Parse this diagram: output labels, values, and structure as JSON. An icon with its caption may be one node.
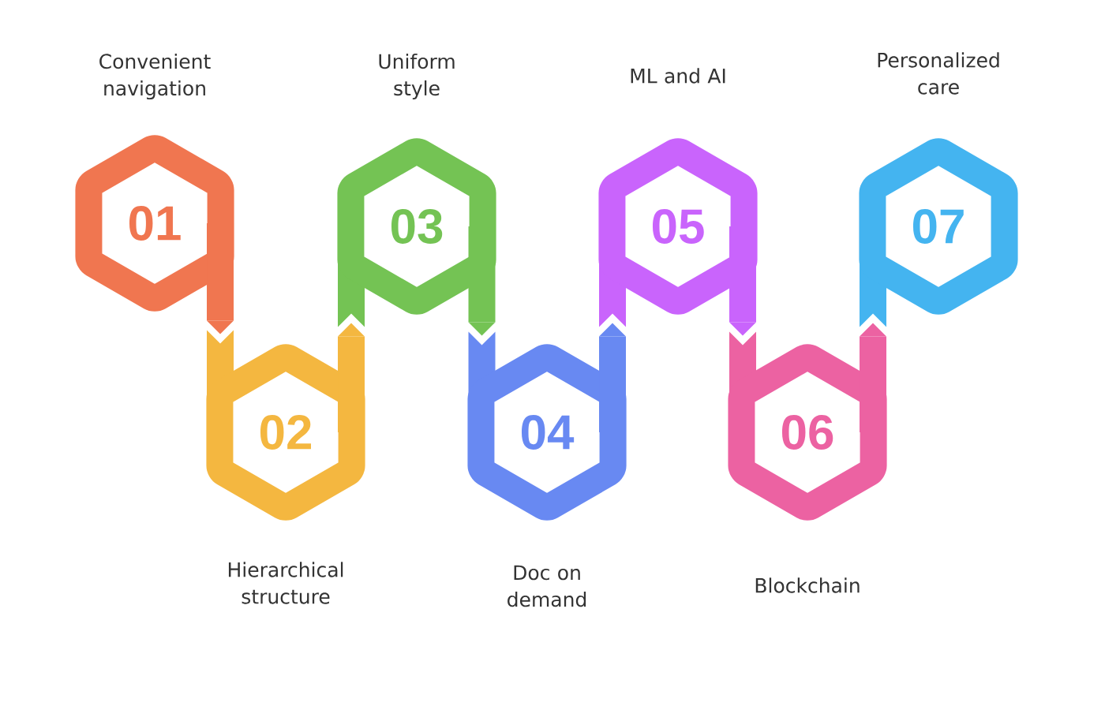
{
  "diagram": {
    "nodes": [
      {
        "text": [
          "01"
        ],
        "beside": [
          "Convenient navigation"
        ]
      },
      {
        "text": [
          "02"
        ],
        "beside": [
          "Hierarchical structure"
        ]
      },
      {
        "text": [
          "03"
        ],
        "beside": [
          "Uniform style"
        ]
      },
      {
        "text": [
          "04"
        ],
        "beside": [
          "Doc on demand"
        ]
      },
      {
        "text": [
          "05"
        ],
        "beside": [
          "ML and AI"
        ]
      },
      {
        "text": [
          "06"
        ],
        "beside": [
          "Blockchain"
        ]
      },
      {
        "text": [
          "07"
        ],
        "beside": [
          "Personalized care"
        ]
      }
    ],
    "edges": [
      {
        "from": 0,
        "to": 1,
        "arrow": "to",
        "color": "#f07650"
      },
      {
        "from": 1,
        "to": 2,
        "arrow": "to",
        "color": "#f4b740"
      },
      {
        "from": 2,
        "to": 3,
        "arrow": "to",
        "color": "#74c354"
      },
      {
        "from": 3,
        "to": 4,
        "arrow": "to",
        "color": "#6889f2"
      },
      {
        "from": 4,
        "to": 5,
        "arrow": "to",
        "color": "#c964fc"
      },
      {
        "from": 5,
        "to": 6,
        "arrow": "to",
        "color": "#ec62a2"
      }
    ]
  }
}
